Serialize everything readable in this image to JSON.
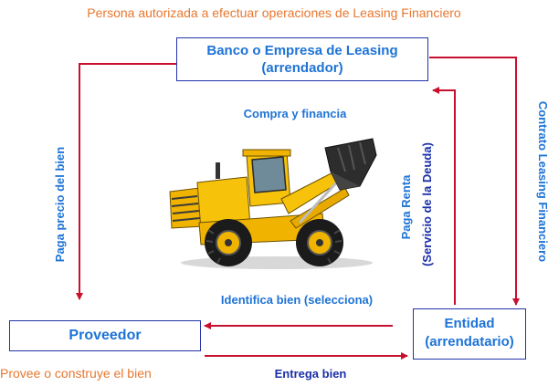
{
  "top_caption": "Persona autorizada a efectuar operaciones de Leasing Financiero",
  "bank": {
    "line1": "Banco o Empresa de Leasing",
    "line2": "(arrendador)"
  },
  "proveedor": {
    "label": "Proveedor",
    "caption": "Provee o construye el bien"
  },
  "entidad": {
    "line1": "Entidad",
    "line2": "(arrendatario)"
  },
  "labels": {
    "compra": "Compra y financia",
    "paga_precio": "Paga precio del bien",
    "paga_renta_1": "Paga Renta",
    "paga_renta_2": "(Servicio de la Deuda)",
    "contrato": "Contrato Leasing Financiero",
    "identifica": "Identifica bien (selecciona)",
    "entrega": "Entrega bien"
  },
  "colors": {
    "arrow": "#c8102e",
    "blue_text": "#1d73d6",
    "orange_text": "#e8772e",
    "box_border": "#2233aa"
  },
  "image": {
    "subject": "wheel-loader"
  }
}
